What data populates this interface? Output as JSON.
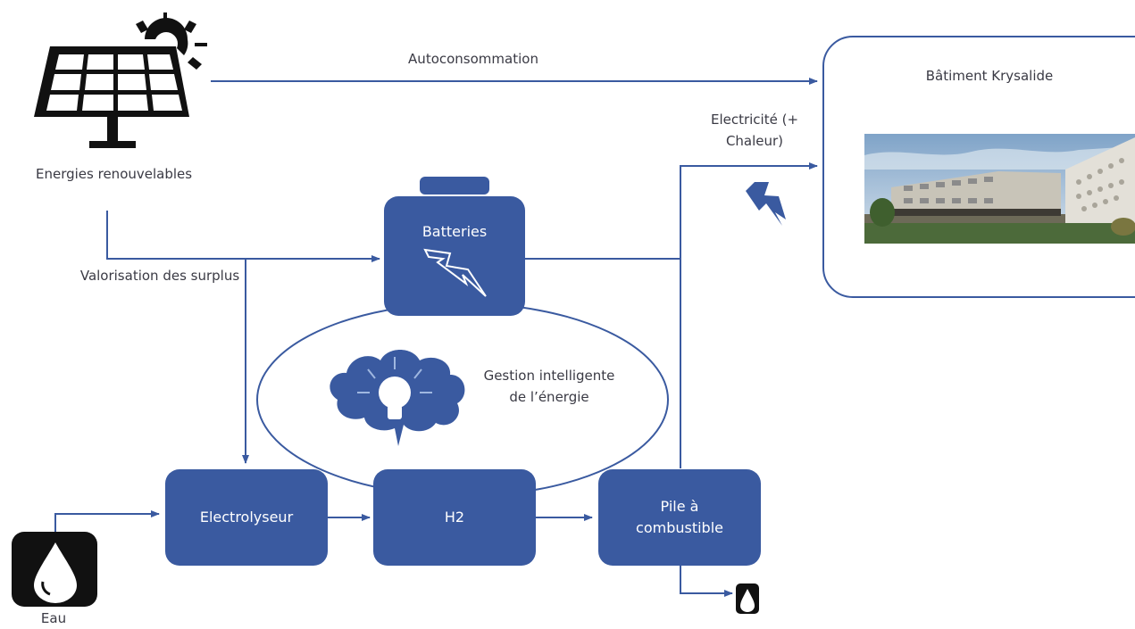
{
  "labels": {
    "renewables": "Energies renouvelables",
    "autoconsumption": "Autoconsommation",
    "surplus": "Valorisation des surplus",
    "electricity": "Electricité (+ Chaleur)",
    "building": "Bâtiment Krysalide",
    "management": "Gestion intelligente de l’énergie",
    "water": "Eau"
  },
  "boxes": {
    "batteries": "Batteries",
    "electrolyser": "Electrolyseur",
    "h2": "H2",
    "fuel_cell": "Pile à combustible"
  },
  "colors": {
    "primary": "#3a5aa0",
    "lines": "#3a5aa0",
    "icons": "#111111"
  },
  "icons": [
    "solar-panel-icon",
    "sun-icon",
    "lightning-icon",
    "brain-bulb-icon",
    "water-drop-icon",
    "building-photo"
  ]
}
